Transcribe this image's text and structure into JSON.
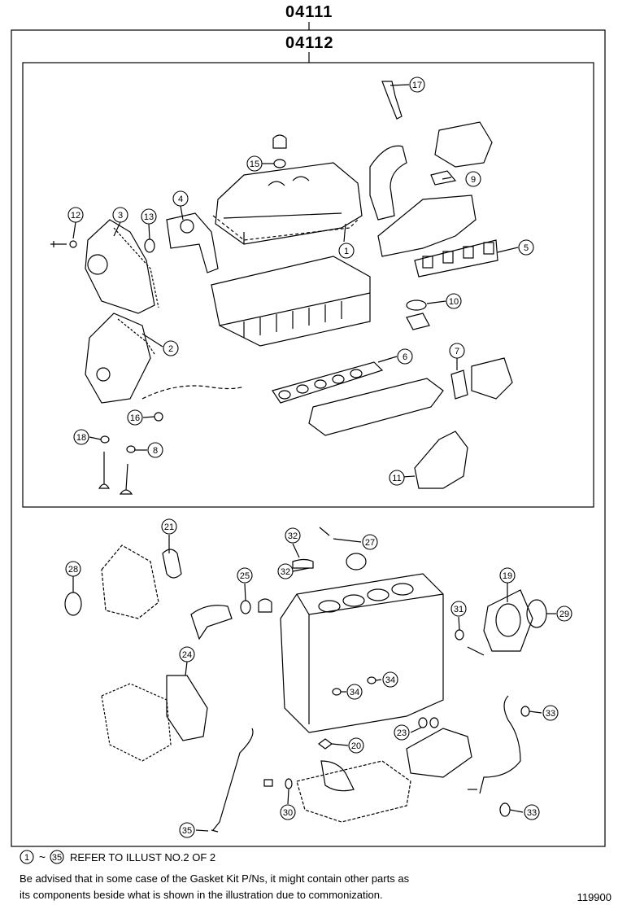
{
  "assembly": {
    "outer_part_no": "04111",
    "inner_part_no": "04112"
  },
  "callouts": [
    "1",
    "2",
    "3",
    "4",
    "5",
    "6",
    "7",
    "8",
    "9",
    "10",
    "11",
    "12",
    "13",
    "15",
    "16",
    "16",
    "17",
    "18",
    "18",
    "19",
    "20",
    "21",
    "23",
    "24",
    "25",
    "27",
    "28",
    "29",
    "30",
    "31",
    "32",
    "32",
    "33",
    "33",
    "34",
    "34",
    "35"
  ],
  "footer": {
    "range_from": "1",
    "range_tilde": "~",
    "range_to": "35",
    "refer_text": "REFER TO ILLUST NO.2 OF 2",
    "advisory_line1": "Be advised that in some case of the Gasket Kit P/Ns,  it might contain other parts as",
    "advisory_line2": "its components beside what is shown in the illustration due to commonization.",
    "illustration_no": "119900"
  }
}
